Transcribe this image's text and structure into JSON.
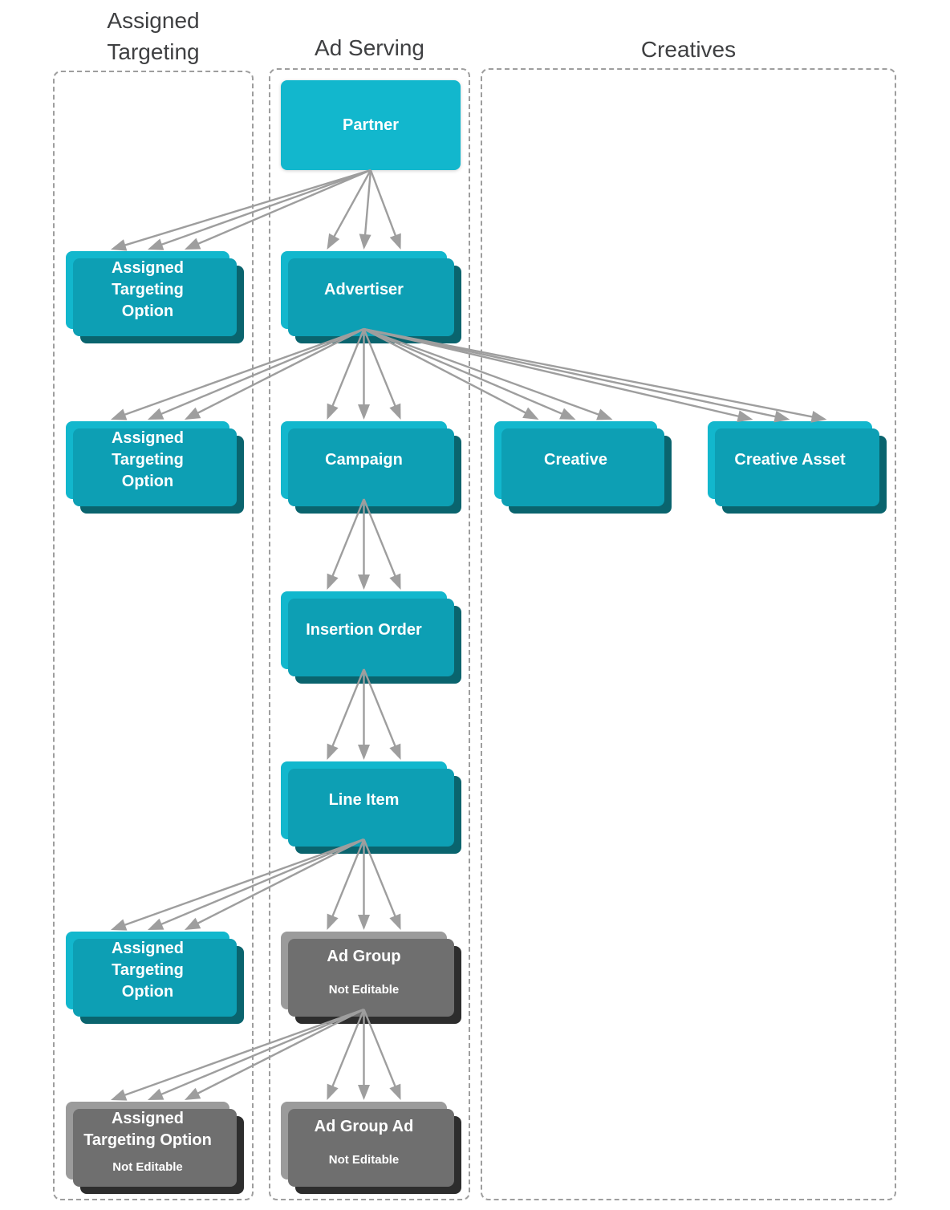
{
  "colors": {
    "teal": "#12b7cd",
    "teal_mid": "#0d9fb4",
    "teal_dark": "#0a646e",
    "gray": "#9b9b9b",
    "gray_mid": "#6f6f6f",
    "gray_dark": "#2d2d2d",
    "arrow": "#9e9e9e",
    "border": "#9e9e9e",
    "header_text": "#3f4042"
  },
  "headers": {
    "assigned_targeting": "Assigned\nTargeting",
    "ad_serving": "Ad Serving",
    "creatives": "Creatives"
  },
  "nodes": {
    "partner": {
      "label": "Partner"
    },
    "ato1": {
      "label": "Assigned\nTargeting\nOption"
    },
    "advertiser": {
      "label": "Advertiser"
    },
    "ato2": {
      "label": "Assigned\nTargeting\nOption"
    },
    "campaign": {
      "label": "Campaign"
    },
    "creative": {
      "label": "Creative"
    },
    "creative_asset": {
      "label": "Creative Asset"
    },
    "insertion_order": {
      "label": "Insertion Order"
    },
    "line_item": {
      "label": "Line Item"
    },
    "ato3": {
      "label": "Assigned\nTargeting\nOption"
    },
    "ad_group": {
      "label": "Ad Group",
      "sublabel": "Not Editable"
    },
    "ato_ne": {
      "label": "Assigned\nTargeting Option",
      "sublabel": "Not Editable"
    },
    "ad_group_ad": {
      "label": "Ad Group Ad",
      "sublabel": "Not Editable"
    }
  },
  "edges": [
    {
      "from": "partner",
      "to": "ato1"
    },
    {
      "from": "partner",
      "to": "advertiser"
    },
    {
      "from": "advertiser",
      "to": "ato2"
    },
    {
      "from": "advertiser",
      "to": "campaign"
    },
    {
      "from": "advertiser",
      "to": "creative"
    },
    {
      "from": "advertiser",
      "to": "creative_asset"
    },
    {
      "from": "campaign",
      "to": "insertion_order"
    },
    {
      "from": "insertion_order",
      "to": "line_item"
    },
    {
      "from": "line_item",
      "to": "ato3"
    },
    {
      "from": "line_item",
      "to": "ad_group"
    },
    {
      "from": "ad_group",
      "to": "ato_ne"
    },
    {
      "from": "ad_group",
      "to": "ad_group_ad"
    }
  ]
}
